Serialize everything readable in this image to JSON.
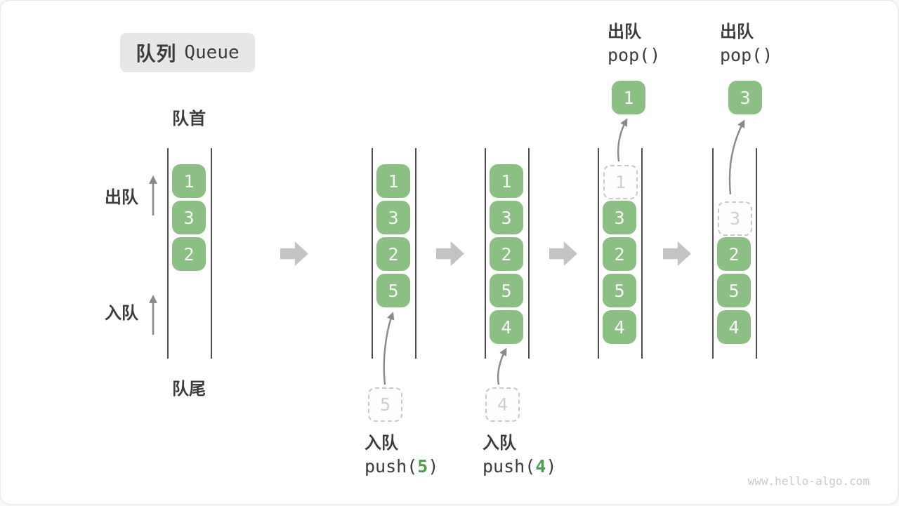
{
  "title": {
    "zh": "队列",
    "en": "Queue"
  },
  "side_labels": {
    "front": "队首",
    "rear": "队尾",
    "dequeue": "出队",
    "enqueue": "入队"
  },
  "colors": {
    "cell_green": "#8CBF84",
    "code_green": "#4F9E4F",
    "text_dark": "#3C3C3C",
    "thin_arrow_gray": "#8A8A8A",
    "block_arrow_gray": "#C3C3C3",
    "ghost_gray": "#CFCFCF",
    "line_gray": "#4D4D4D",
    "title_bg": "#E7E7E7",
    "watermark_gray": "#C9C9C9"
  },
  "queues": [
    {
      "name": "state-1",
      "slots": [
        {
          "row": 0,
          "value": "1",
          "ghost": false
        },
        {
          "row": 1,
          "value": "3",
          "ghost": false
        },
        {
          "row": 2,
          "value": "2",
          "ghost": false
        }
      ]
    },
    {
      "name": "state-2",
      "slots": [
        {
          "row": 0,
          "value": "1",
          "ghost": false
        },
        {
          "row": 1,
          "value": "3",
          "ghost": false
        },
        {
          "row": 2,
          "value": "2",
          "ghost": false
        },
        {
          "row": 3,
          "value": "5",
          "ghost": false
        }
      ]
    },
    {
      "name": "state-3",
      "slots": [
        {
          "row": 0,
          "value": "1",
          "ghost": false
        },
        {
          "row": 1,
          "value": "3",
          "ghost": false
        },
        {
          "row": 2,
          "value": "2",
          "ghost": false
        },
        {
          "row": 3,
          "value": "5",
          "ghost": false
        },
        {
          "row": 4,
          "value": "4",
          "ghost": false
        }
      ]
    },
    {
      "name": "state-4",
      "slots": [
        {
          "row": 0,
          "value": "1",
          "ghost": true
        },
        {
          "row": 1,
          "value": "3",
          "ghost": false
        },
        {
          "row": 2,
          "value": "2",
          "ghost": false
        },
        {
          "row": 3,
          "value": "5",
          "ghost": false
        },
        {
          "row": 4,
          "value": "4",
          "ghost": false
        }
      ]
    },
    {
      "name": "state-5",
      "slots": [
        {
          "row": 1,
          "value": "3",
          "ghost": true
        },
        {
          "row": 2,
          "value": "2",
          "ghost": false
        },
        {
          "row": 3,
          "value": "5",
          "ghost": false
        },
        {
          "row": 4,
          "value": "4",
          "ghost": false
        }
      ]
    }
  ],
  "floating_cells": [
    {
      "id": "ghost-5",
      "value": "5",
      "ghost": true
    },
    {
      "id": "ghost-4",
      "value": "4",
      "ghost": true
    },
    {
      "id": "popped-1",
      "value": "1",
      "ghost": false
    },
    {
      "id": "popped-3",
      "value": "3",
      "ghost": false
    }
  ],
  "annotations": {
    "push_5": {
      "label": "入队",
      "code_before": "push(",
      "code_value": "5",
      "code_after": ")"
    },
    "push_4": {
      "label": "入队",
      "code_before": "push(",
      "code_value": "4",
      "code_after": ")"
    },
    "pop_a": {
      "label": "出队",
      "code": "pop()"
    },
    "pop_b": {
      "label": "出队",
      "code": "pop()"
    }
  },
  "watermark": "www.hello-algo.com"
}
